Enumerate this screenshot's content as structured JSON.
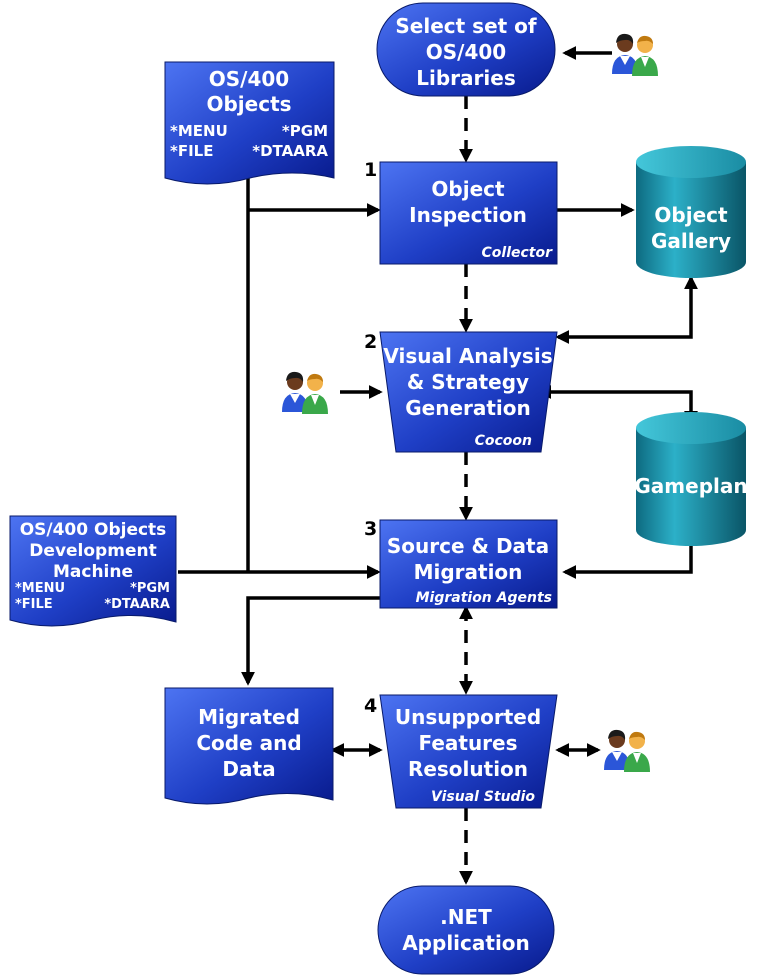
{
  "terminals": {
    "select_libraries": [
      "Select set of",
      "OS/400",
      "Libraries"
    ],
    "net_application": [
      ".NET",
      "Application"
    ]
  },
  "documents": {
    "os400_objects": {
      "title": [
        "OS/400",
        "Objects"
      ],
      "types": [
        "*MENU",
        "*PGM",
        "*FILE",
        "*DTAARA"
      ]
    },
    "dev_machine": {
      "title": [
        "OS/400 Objects",
        "Development",
        "Machine"
      ],
      "types": [
        "*MENU",
        "*PGM",
        "*FILE",
        "*DTAARA"
      ]
    },
    "migrated_code": [
      "Migrated",
      "Code and",
      "Data"
    ]
  },
  "steps": [
    {
      "number": "1",
      "title": [
        "Object",
        "Inspection"
      ],
      "tool": "Collector"
    },
    {
      "number": "2",
      "title": [
        "Visual Analysis",
        "& Strategy",
        "Generation"
      ],
      "tool": "Cocoon"
    },
    {
      "number": "3",
      "title": [
        "Source & Data",
        "Migration"
      ],
      "tool": "Migration Agents"
    },
    {
      "number": "4",
      "title": [
        "Unsupported",
        "Features",
        "Resolution"
      ],
      "tool": "Visual Studio"
    }
  ],
  "stores": {
    "object_gallery": [
      "Object",
      "Gallery"
    ],
    "gameplan": [
      "Gameplan"
    ]
  },
  "users_icon": "users-icon",
  "colors": {
    "box_light": "#4a6ff0",
    "box_dark": "#081a8c",
    "cylinder_light": "#2aa9c0",
    "cylinder_dark": "#0a5e72",
    "text": "#ffffff",
    "lines": "#000000"
  }
}
